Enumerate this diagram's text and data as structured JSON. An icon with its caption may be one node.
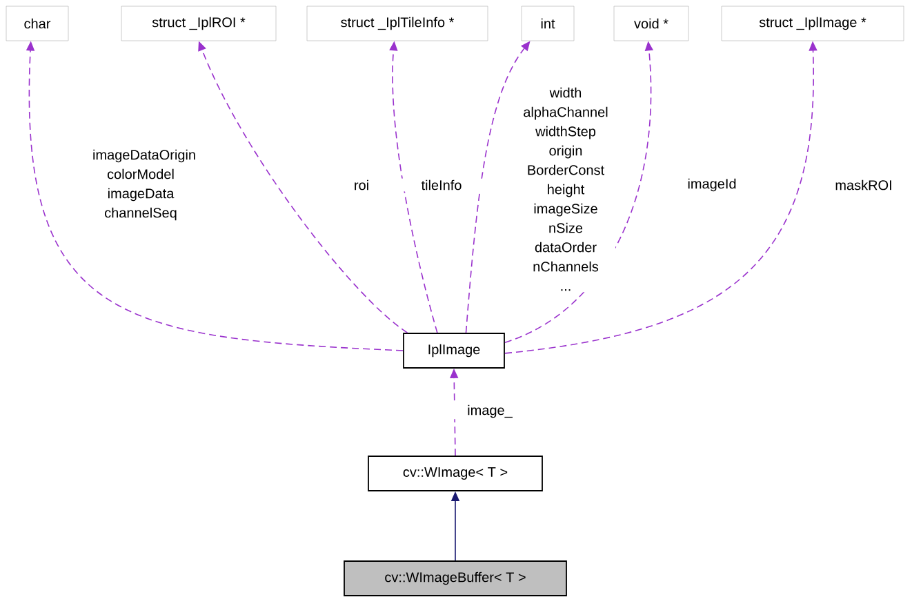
{
  "diagram": {
    "nodes": [
      {
        "text": [
          "char"
        ]
      },
      {
        "text": [
          "struct _IplROI *"
        ]
      },
      {
        "text": [
          "struct _IplTileInfo *"
        ]
      },
      {
        "text": [
          "int"
        ]
      },
      {
        "text": [
          "void *"
        ]
      },
      {
        "text": [
          "struct _IplImage *"
        ]
      },
      {
        "text": [
          "IplImage"
        ]
      },
      {
        "text": [
          "cv::WImage< T >"
        ]
      },
      {
        "text": [
          "cv::WImageBuffer< T >"
        ]
      }
    ],
    "edges": [
      {
        "from": 6,
        "to": 0,
        "arrow": "to",
        "style": "dashed",
        "label": "imageDataOrigin colorModel imageData channelSeq"
      },
      {
        "from": 6,
        "to": 1,
        "arrow": "to",
        "style": "dashed",
        "label": "roi"
      },
      {
        "from": 6,
        "to": 2,
        "arrow": "to",
        "style": "dashed",
        "label": "tileInfo"
      },
      {
        "from": 6,
        "to": 3,
        "arrow": "to",
        "style": "dashed",
        "label": "width alphaChannel widthStep origin BorderConst height imageSize nSize dataOrder nChannels ..."
      },
      {
        "from": 6,
        "to": 4,
        "arrow": "to",
        "style": "dashed",
        "label": "imageId"
      },
      {
        "from": 6,
        "to": 5,
        "arrow": "to",
        "style": "dashed",
        "label": "maskROI"
      },
      {
        "from": 7,
        "to": 6,
        "arrow": "to",
        "style": "dashed",
        "label": "image_"
      },
      {
        "from": 8,
        "to": 7,
        "arrow": "to",
        "color": "#191970"
      }
    ]
  }
}
